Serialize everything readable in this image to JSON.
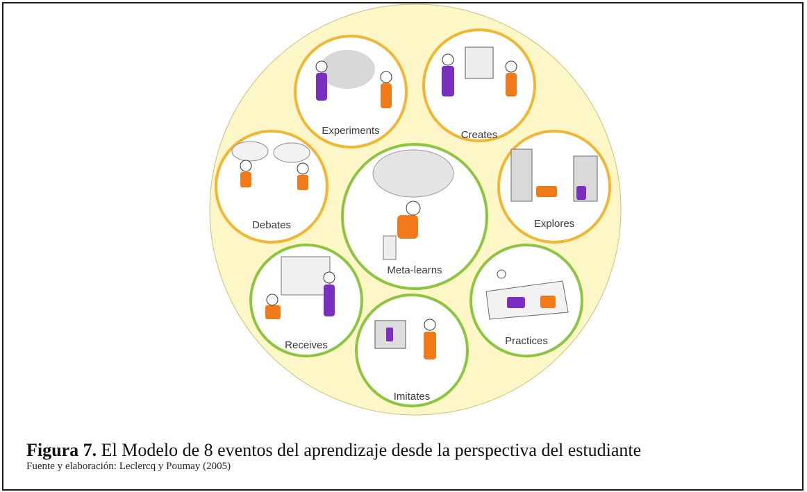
{
  "diagram": {
    "nodes": [
      {
        "id": "experiments",
        "label": "Experiments",
        "ring": "orange"
      },
      {
        "id": "creates",
        "label": "Creates",
        "ring": "orange"
      },
      {
        "id": "debates",
        "label": "Debates",
        "ring": "orange"
      },
      {
        "id": "meta-learns",
        "label": "Meta-learns",
        "ring": "green"
      },
      {
        "id": "explores",
        "label": "Explores",
        "ring": "orange"
      },
      {
        "id": "receives",
        "label": "Receives",
        "ring": "green"
      },
      {
        "id": "imitates",
        "label": "Imitates",
        "ring": "green"
      },
      {
        "id": "practices",
        "label": "Practices",
        "ring": "green"
      }
    ],
    "colors": {
      "background_disc": "#fdf6c6",
      "orange_ring": "#f2b632",
      "green_ring": "#8cc63f",
      "figure_orange": "#f07a1a",
      "figure_purple": "#7a2fc0"
    }
  },
  "caption": {
    "figure_label": "Figura 7.",
    "figure_text": " El Modelo de 8 eventos del aprendizaje desde la perspectiva del estudiante",
    "source": "Fuente y elaboración: Leclercq y Poumay (2005)"
  }
}
